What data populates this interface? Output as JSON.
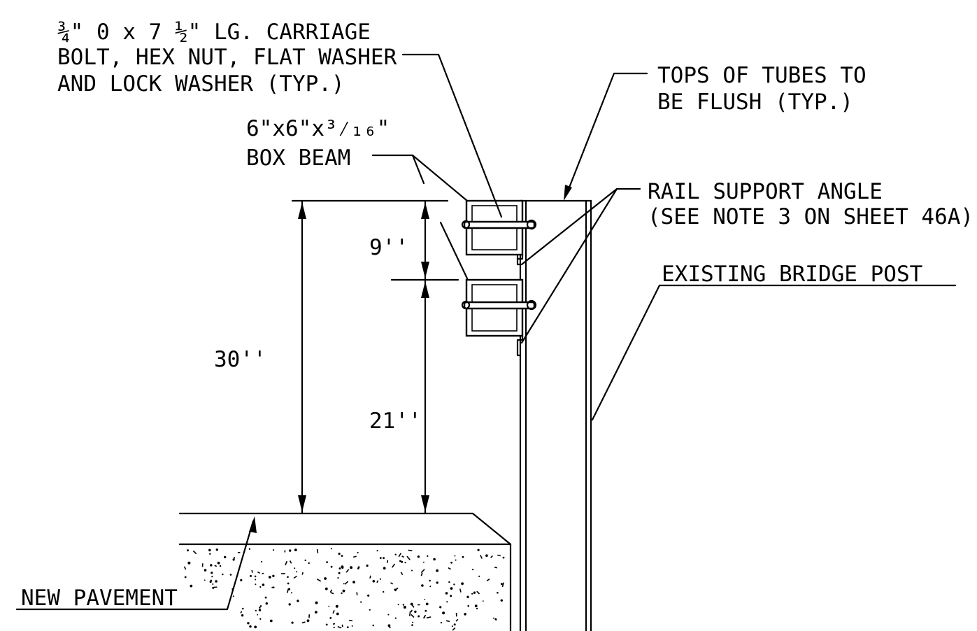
{
  "labels": {
    "bolt_line1": "¾\" 0 x 7 ½\" LG. CARRIAGE",
    "bolt_line2": "BOLT, HEX NUT, FLAT WASHER",
    "bolt_line3": "AND LOCK WASHER (TYP.)",
    "beam_line1": "6\"x6\"x³⁄₁₆\"",
    "beam_line2": "BOX BEAM",
    "tops_line1": "TOPS OF TUBES TO",
    "tops_line2": "BE FLUSH (TYP.)",
    "rail_line1": "RAIL SUPPORT ANGLE",
    "rail_line2": "(SEE NOTE 3 ON SHEET 46A)",
    "post": "EXISTING BRIDGE POST",
    "pavement": "NEW PAVEMENT"
  },
  "dimensions": {
    "d9": "9''",
    "d30": "30''",
    "d21": "21''"
  }
}
